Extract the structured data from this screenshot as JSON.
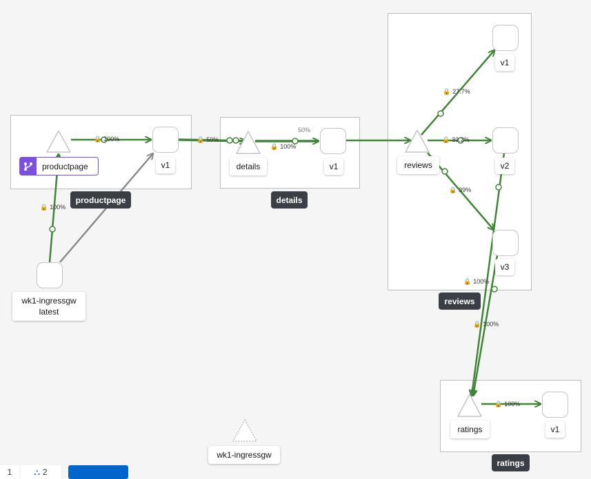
{
  "colors": {
    "edge_ok": "#3e8635",
    "edge_idle": "#8a8a8a",
    "badge": "#7b4fe0",
    "tag_bg": "#393f44",
    "primary": "#0066cc"
  },
  "groups": {
    "productpage": {
      "tag": "productpage",
      "service": "productpage",
      "version": "v1",
      "service_badge": "productpage"
    },
    "details": {
      "tag": "details",
      "service": "details",
      "version": "v1"
    },
    "reviews": {
      "tag": "reviews",
      "service": "reviews",
      "versions": [
        "v1",
        "v2",
        "v3"
      ]
    },
    "ratings": {
      "tag": "ratings",
      "service": "ratings",
      "version": "v1"
    }
  },
  "nodes": {
    "ingress_workload": {
      "line1": "wk1-ingressgw",
      "line2": "latest"
    },
    "ingress_service": {
      "label": "wk1-ingressgw"
    }
  },
  "edges": {
    "ingress_to_productpage": "100%",
    "productpage_svc_to_v1": "100%",
    "productpage_to_details": "50%",
    "details_svc_to_v1": "100%",
    "details_overlap": "50%",
    "reviews_to_v1": "27.7%",
    "reviews_to_v2": "33.2%",
    "reviews_to_v3": "39%",
    "v2_to_ratings": "100%",
    "v3_to_ratings": "100%",
    "ratings_svc_to_v1": "100%"
  },
  "toolbar": {
    "count1": "1",
    "count2": "2"
  }
}
